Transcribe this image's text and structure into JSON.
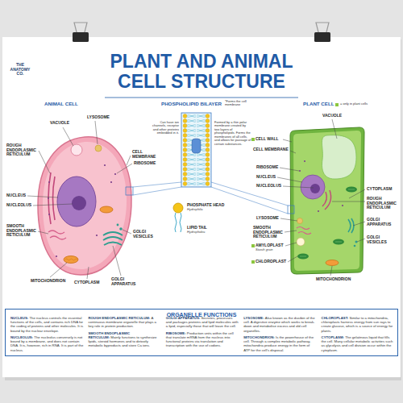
{
  "diagram": {
    "title": "PLANT AND ANIMAL CELL STRUCTURE",
    "nodes": [
      {
        "text": [
          "ORGANELLE FUNCTIONS",
          "NUCLEUS:",
          "The nucleus controls the essential functions of the cells, and contains rich DNA for the coding of proteins and other molecules. It is bound by the nuclear envelope.",
          "NUCLEOLUS:",
          "The nucleolus conversely is not bound by a membrane, and does not contain DNA. It is, however, rich in RNA. It is part of the nucleus.",
          "ROUGH ENDOPLASMIC RETICULUM:",
          "A continuous membrane organelle that plays a key role in protein production.",
          "SMOOTH ENDOPLASMIC RETICULUM:",
          "Mainly functions to synthesize lipids, steroid hormones and to detoxify metabolic byproducts and store Ca ions.",
          "GOLGI APPARATUS:",
          "Secretes, processes and packages proteins and lipid molecules with a lipid, especially those that will leave the cell.",
          "RIBOSOME:",
          "Production units within the cell that translate mRNA from the nucleus into functional proteins via translation and transcription with the use of codons.",
          "LYSOSOME:",
          "Also known as the dustbin of the cell. A digestive enzyme which works to break-down and metabolise excess and old cell organelles.",
          "MITOCHONDRION:",
          "Is the powerhouse of the cell. Through a complex metabolic pathway, mitochondria produce energy in the form of ATP for the cell's disposal.",
          "CHLOROPLAST:",
          "Similar to a mitochondria, chloroplasts harness energy from sun rays to create glucose, which is a source of energy for plants.",
          "CYTOPLASM:",
          "The gelatinous liquid that fills the cell. Many cellular metabolic activities such as glycolysis and cell division occur within the cytoplasm."
        ]
      }
    ],
    "labels": [
      "THE ANATOMY CO.",
      "ANIMAL CELL",
      "PHOSPHOLIPID BILAYER",
      "*Forms the cell membrane",
      "PLANT CELL",
      "VACUOLE",
      "LYSOSOME",
      "ROUGH ENDOPLASMIC RETICULUM",
      "CELL MEMBRANE",
      "RIBOSOME",
      "NUCLEUS",
      "NUCLEOLUS",
      "SMOOTH ENDOPLASMIC RETICULUM",
      "GOLGI VESICLES",
      "MITOCHONDRION",
      "CYTOPLASM",
      "GOLGI APPARATUS",
      "Can have ion channels, receptor and other proteins embedded in it.",
      "Formed by a thin polar membrane created by two layers of phospholipids. Forms the membranes of all cells, and allows for passage of certain substances.",
      "PHOSPHATE HEAD",
      "Hydrophilic",
      "LIPID TAIL",
      "Hydrophobic",
      "VACUOLE",
      "CELL WALL",
      "CELL MEMBRANE",
      "RIBOSOME",
      "NUCLEUS",
      "NUCLEOLUS",
      "LYSOSOME",
      "SMOOTH ENDOPLASMIC RETICULUM",
      "AMYLOPLAST",
      "Starch grain",
      "CHLOROPLAST",
      "CYTOPLASM",
      "ROUGH ENDOPLASMIC RETICULUM",
      "GOLGI APPARATUS",
      "GOLGI VESICLES",
      "MITOCHONDRION"
    ],
    "legend": [
      {
        "text": "= only in plant cells",
        "color": "#8cc63f"
      }
    ]
  }
}
